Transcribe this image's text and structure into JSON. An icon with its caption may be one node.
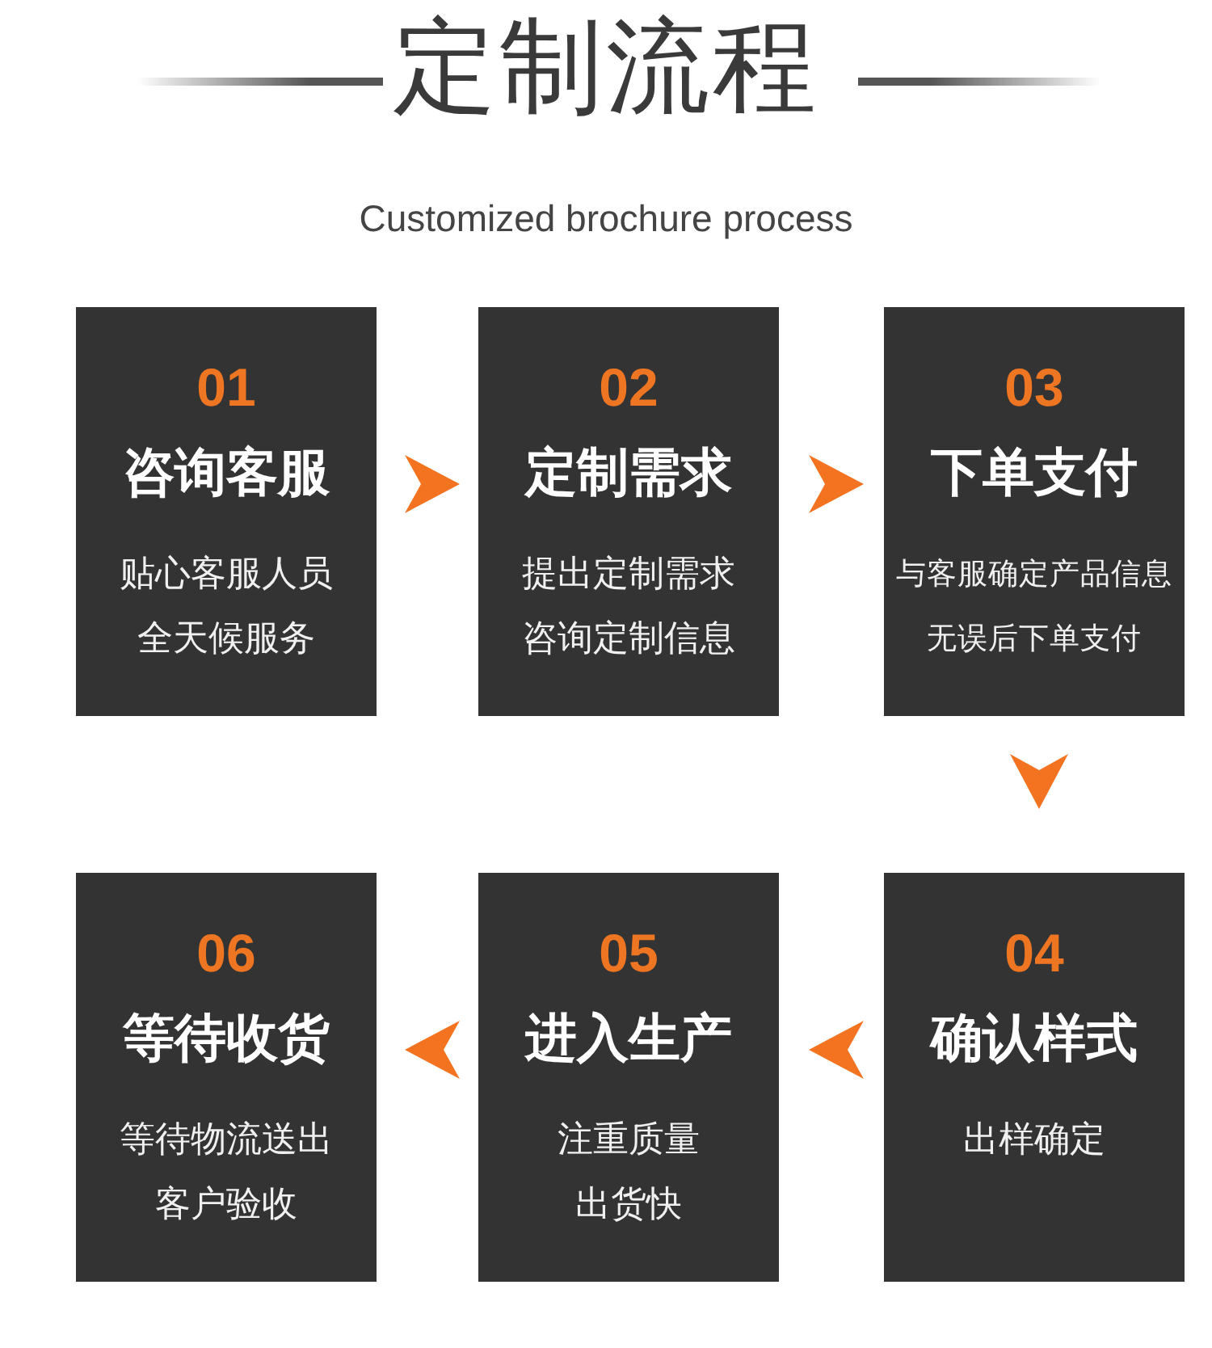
{
  "diagram": {
    "title": "定制流程",
    "nodes": [
      {
        "text": [
          "01",
          "咨询客服",
          "贴心客服人员",
          "全天候服务"
        ]
      },
      {
        "text": [
          "02",
          "定制需求",
          "提出定制需求",
          "咨询定制信息"
        ]
      },
      {
        "text": [
          "03",
          "下单支付",
          "与客服确定产品信息",
          "无误后下单支付"
        ]
      },
      {
        "text": [
          "04",
          "确认样式",
          "出样确定"
        ]
      },
      {
        "text": [
          "05",
          "进入生产",
          "注重质量",
          "出货快"
        ]
      },
      {
        "text": [
          "06",
          "等待收货",
          "等待物流送出",
          "客户验收"
        ]
      }
    ],
    "edges": [
      {
        "from": 0,
        "to": 1,
        "arrow": "to"
      },
      {
        "from": 1,
        "to": 2,
        "arrow": "to"
      },
      {
        "from": 2,
        "to": 3,
        "arrow": "to"
      },
      {
        "from": 3,
        "to": 4,
        "arrow": "to"
      },
      {
        "from": 4,
        "to": 5,
        "arrow": "to"
      }
    ],
    "labels": [
      "Customized brochure process"
    ]
  }
}
